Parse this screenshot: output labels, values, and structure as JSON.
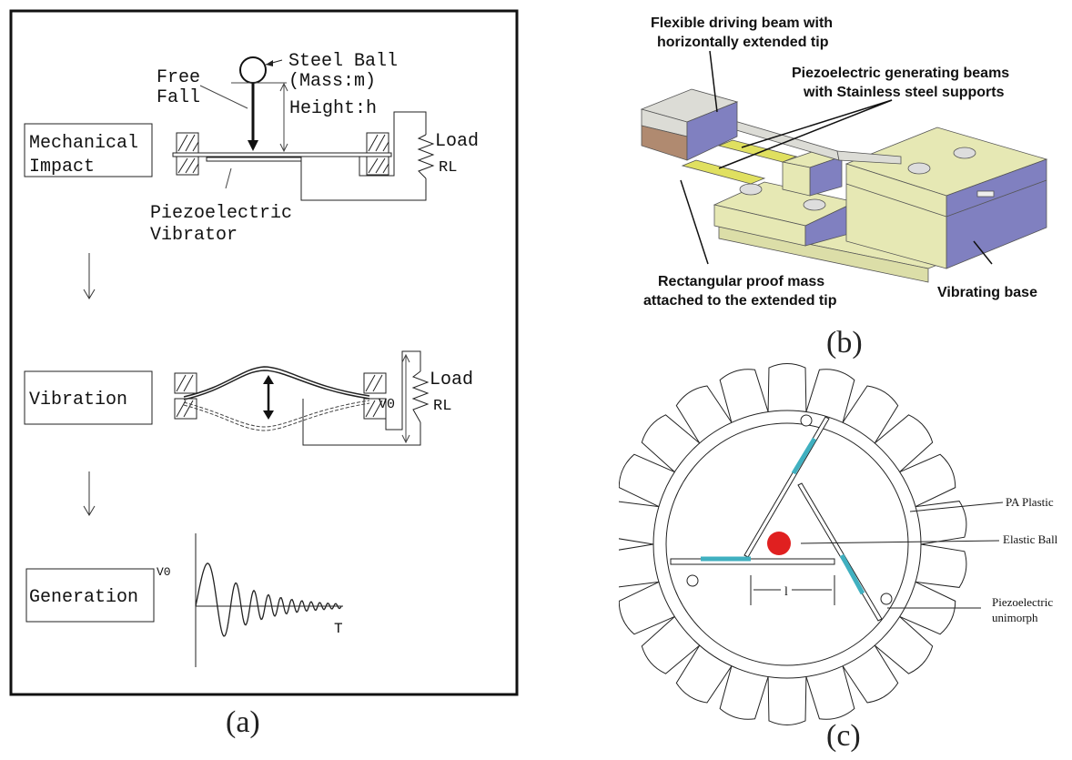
{
  "panel_a": {
    "caption": "(a)",
    "stages": [
      "Mechanical Impact",
      "Vibration",
      "Generation"
    ],
    "stage_lines": {
      "mechanical": [
        "Mechanical",
        "Impact"
      ]
    },
    "labels": {
      "steel_ball": "Steel Ball",
      "mass": "(Mass:m)",
      "free": "Free",
      "fall": "Fall",
      "height": "Height:h",
      "load": "Load",
      "rl": "RL",
      "piezo1": "Piezoelectric",
      "piezo2": "Vibrator",
      "v0": "V0",
      "t_axis": "T"
    }
  },
  "panel_b": {
    "caption": "(b)",
    "labels": {
      "driving_beam_1": "Flexible driving beam with",
      "driving_beam_2": "horizontally extended tip",
      "piezo_beams_1": "Piezoelectric generating beams",
      "piezo_beams_2": "with Stainless steel supports",
      "proof_mass_1": "Rectangular proof mass",
      "proof_mass_2": "attached to the extended tip",
      "base": "Vibrating base"
    },
    "colors": {
      "base_top": "#e6e8b4",
      "base_side": "#8080c0",
      "beam": "#dcdcd6",
      "piezo": "#e0e060",
      "mass": "#b08a70"
    }
  },
  "panel_c": {
    "caption": "(c)",
    "labels": {
      "pa_plastic": "PA Plastic",
      "elastic_ball": "Elastic Ball",
      "piezo_1": "Piezoelectric",
      "piezo_2": "unimorph",
      "length": "l"
    },
    "colors": {
      "ball": "#e02020",
      "piezo_layer": "#40b0c0"
    }
  }
}
